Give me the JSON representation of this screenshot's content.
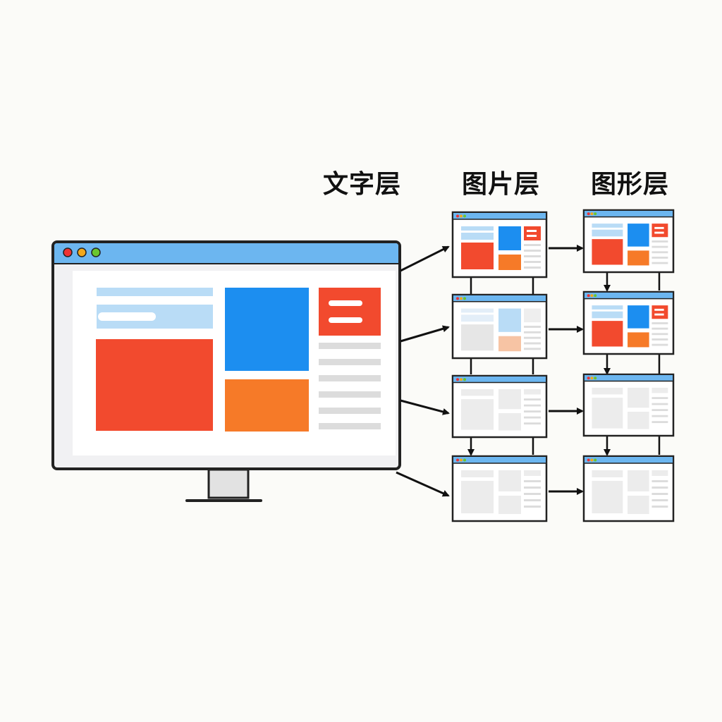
{
  "headers": {
    "col1": "文字层",
    "col2": "图片层",
    "col3": "图形层"
  },
  "colors": {
    "titlebar": "#6cb6f0",
    "light_blue": "#b9dcf6",
    "blue": "#1c8ef0",
    "red": "#f24a2e",
    "orange": "#f67a28",
    "gray_bar": "#dcdcdc",
    "faded_block": "#ececec",
    "dot_red": "#ee3333",
    "dot_yellow": "#f2a81c",
    "dot_green": "#6ac62e"
  },
  "windows": [
    {
      "id": "w-1-1",
      "style": "full"
    },
    {
      "id": "w-1-2",
      "style": "faded-color"
    },
    {
      "id": "w-1-3",
      "style": "blank"
    },
    {
      "id": "w-1-4",
      "style": "blank"
    },
    {
      "id": "w-2-1",
      "style": "full"
    },
    {
      "id": "w-2-2",
      "style": "full"
    },
    {
      "id": "w-2-3",
      "style": "blank"
    },
    {
      "id": "w-2-4",
      "style": "blank"
    }
  ]
}
